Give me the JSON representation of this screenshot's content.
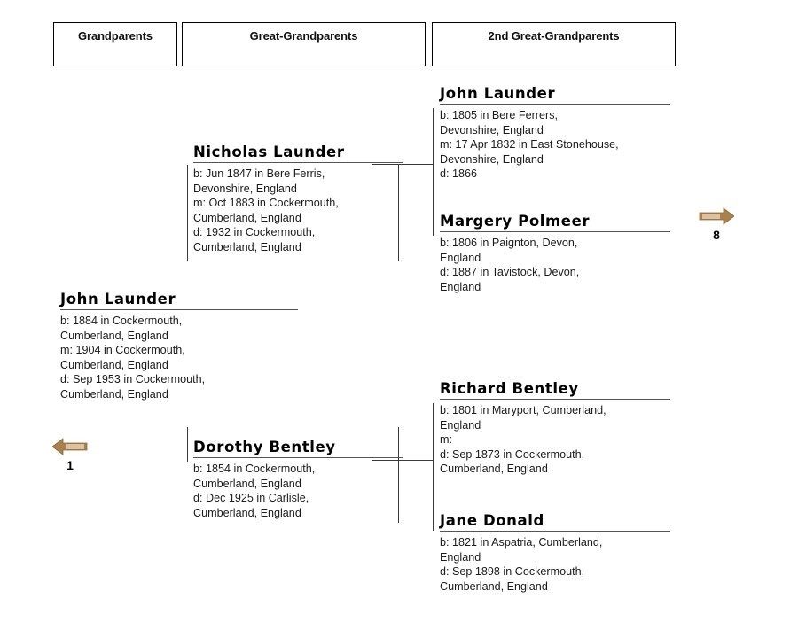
{
  "header": {
    "columns": [
      {
        "label": "Grandparents"
      },
      {
        "label": "Great-Grandparents"
      },
      {
        "label": "2nd Great-Grandparents"
      }
    ]
  },
  "people": {
    "john_launder_1884": {
      "name": "John Launder",
      "details": [
        "b: 1884 in Cockermouth,",
        "Cumberland, England",
        "m: 1904 in Cockermouth,",
        "Cumberland, England",
        "d: Sep 1953 in Cockermouth,",
        "Cumberland, England"
      ]
    },
    "nicholas_launder": {
      "name": "Nicholas Launder",
      "details": [
        "b: Jun 1847 in Bere Ferris,",
        "Devonshire, England",
        "m: Oct 1883 in Cockermouth,",
        "Cumberland, England",
        "d: 1932 in Cockermouth,",
        "Cumberland, England"
      ]
    },
    "dorothy_bentley": {
      "name": "Dorothy Bentley",
      "details": [
        "b: 1854 in Cockermouth,",
        "Cumberland, England",
        "d: Dec 1925 in Carlisle,",
        "Cumberland, England"
      ]
    },
    "john_launder_1805": {
      "name": "John Launder",
      "details": [
        "b: 1805 in Bere Ferrers,",
        "Devonshire, England",
        "m: 17 Apr 1832 in East Stonehouse,",
        "Devonshire, England",
        "d: 1866"
      ]
    },
    "margery_polmeer": {
      "name": "Margery Polmeer",
      "details": [
        "b: 1806 in Paignton, Devon,",
        "England",
        "d: 1887 in Tavistock, Devon,",
        "England"
      ]
    },
    "richard_bentley": {
      "name": "Richard Bentley",
      "details": [
        "b: 1801 in Maryport, Cumberland,",
        "England",
        "m:",
        "d: Sep 1873 in Cockermouth,",
        "Cumberland, England"
      ]
    },
    "jane_donald": {
      "name": "Jane Donald",
      "details": [
        "b: 1821 in Aspatria, Cumberland,",
        "England",
        "d: Sep 1898 in Cockermouth,",
        "Cumberland, England"
      ]
    }
  },
  "navigation": {
    "prev": {
      "number": "1",
      "icon": "arrow-left-icon"
    },
    "next": {
      "number": "8",
      "icon": "arrow-right-icon"
    }
  },
  "colors": {
    "arrow_fill": "#a9814e",
    "arrow_highlight": "#e8cdb0",
    "line": "#3a3a3a",
    "rule": "#555555",
    "text": "#1b1b1b"
  }
}
